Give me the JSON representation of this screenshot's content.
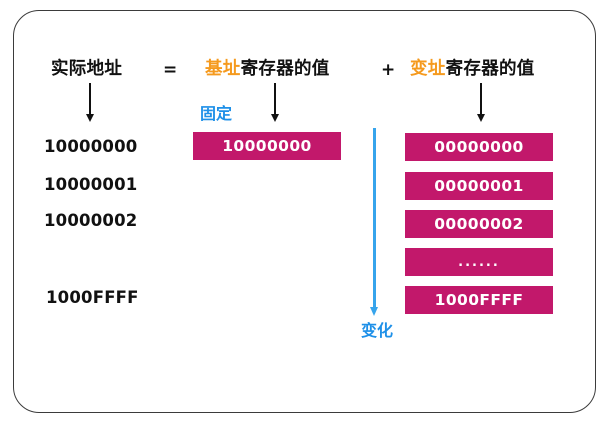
{
  "diagram": {
    "title_formula": {
      "actual_address": "实际地址",
      "equals": "=",
      "base_prefix": "基址",
      "base_rest": "寄存器的值",
      "plus": "+",
      "index_prefix": "变址",
      "index_rest": "寄存器的值"
    },
    "annotations": {
      "fixed_label": "固定",
      "changing_label": "变化"
    },
    "colors": {
      "accent_orange": "#F59A1E",
      "accent_blue": "#1E90E8",
      "box_magenta": "#C2186B",
      "text_black": "#111111",
      "frame": "#3b3b3b"
    },
    "actual_address_column": [
      "10000000",
      "10000001",
      "10000002",
      "1000FFFF"
    ],
    "base_register_value": "10000000",
    "index_register_values": [
      "00000000",
      "00000001",
      "00000002",
      "......",
      "1000FFFF"
    ]
  }
}
